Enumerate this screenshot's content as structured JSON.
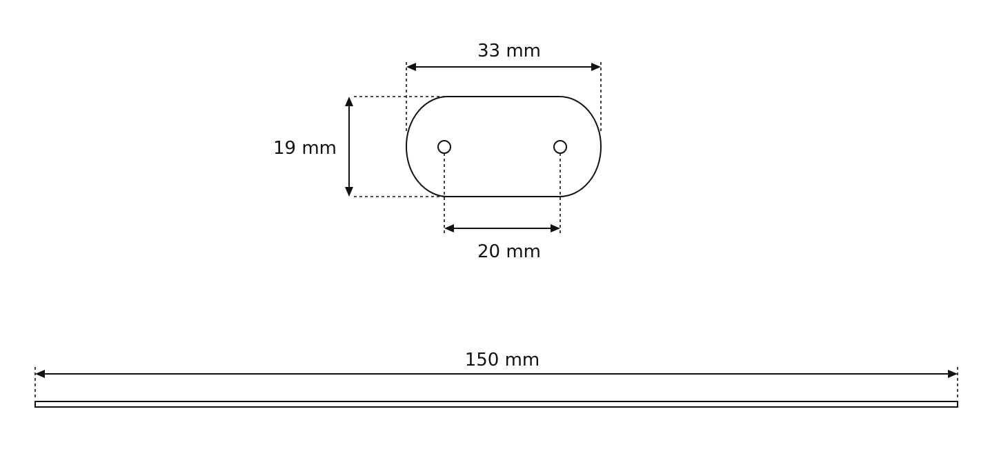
{
  "diagram": {
    "dimensions": {
      "width_label": "33 mm",
      "height_label": "19 mm",
      "hole_spacing_label": "20 mm",
      "total_length_label": "150 mm"
    },
    "colors": {
      "line": "#111111",
      "background": "#ffffff"
    }
  }
}
